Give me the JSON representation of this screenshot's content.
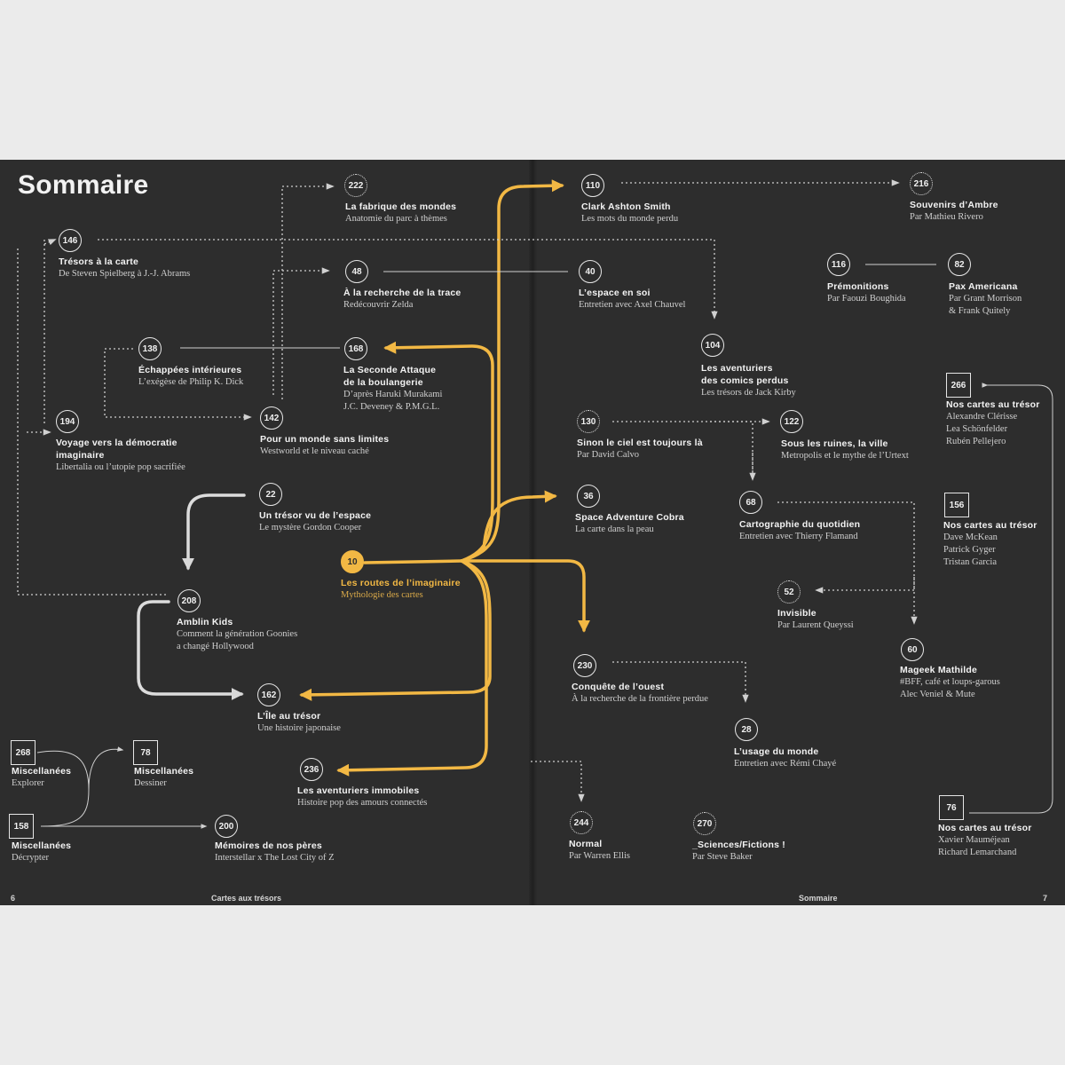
{
  "title": "Sommaire",
  "footer": {
    "page_left": "6",
    "left_label": "Cartes aux trésors",
    "right_label": "Sommaire",
    "page_right": "7"
  },
  "entries": [
    {
      "id": "e222",
      "page": "222",
      "style": "dotted",
      "title": "La fabrique des mondes",
      "subtitle": "Anatomie du parc à thèmes"
    },
    {
      "id": "e146",
      "page": "146",
      "style": "solid",
      "title": "Trésors à la carte",
      "subtitle": "De Steven Spielberg à J.-J. Abrams"
    },
    {
      "id": "e48",
      "page": "48",
      "style": "solid",
      "title": "À la recherche de la trace",
      "subtitle": "Redécouvrir Zelda"
    },
    {
      "id": "e138",
      "page": "138",
      "style": "solid",
      "title": "Échappées intérieures",
      "subtitle": "L’exégèse de Philip K. Dick"
    },
    {
      "id": "e168",
      "page": "168",
      "style": "solid",
      "title": "La Seconde Attaque\nde la boulangerie",
      "subtitle": "D’après Haruki Murakami\nJ.C. Deveney & P.M.G.L."
    },
    {
      "id": "e194",
      "page": "194",
      "style": "solid",
      "title": "Voyage vers la démocratie\nimaginaire",
      "subtitle": "Libertalia ou l’utopie pop sacrifiée"
    },
    {
      "id": "e142",
      "page": "142",
      "style": "solid",
      "title": "Pour un monde sans limites",
      "subtitle": "Westworld et le niveau caché"
    },
    {
      "id": "e22",
      "page": "22",
      "style": "solid",
      "title": "Un trésor vu de l’espace",
      "subtitle": "Le mystère Gordon Cooper"
    },
    {
      "id": "e10",
      "page": "10",
      "style": "gold",
      "title": "Les routes de l’imaginaire",
      "subtitle": "Mythologie des cartes"
    },
    {
      "id": "e208",
      "page": "208",
      "style": "solid",
      "title": "Amblin Kids",
      "subtitle": "Comment la génération Goonies\na changé Hollywood"
    },
    {
      "id": "e162",
      "page": "162",
      "style": "solid",
      "title": "L’Île au trésor",
      "subtitle": "Une histoire japonaise"
    },
    {
      "id": "e268",
      "page": "268",
      "style": "square",
      "title": "Miscellanées",
      "subtitle": "Explorer"
    },
    {
      "id": "e78",
      "page": "78",
      "style": "square",
      "title": "Miscellanées",
      "subtitle": "Dessiner"
    },
    {
      "id": "e236",
      "page": "236",
      "style": "solid",
      "title": "Les aventuriers immobiles",
      "subtitle": "Histoire pop des amours connectés"
    },
    {
      "id": "e158",
      "page": "158",
      "style": "square",
      "title": "Miscellanées",
      "subtitle": "Décrypter"
    },
    {
      "id": "e200",
      "page": "200",
      "style": "solid",
      "title": "Mémoires de nos pères",
      "subtitle": "Interstellar x The Lost City of Z"
    },
    {
      "id": "e110",
      "page": "110",
      "style": "solid",
      "title": "Clark Ashton Smith",
      "subtitle": "Les mots du monde perdu"
    },
    {
      "id": "e216",
      "page": "216",
      "style": "dotted",
      "title": "Souvenirs d’Ambre",
      "subtitle": "Par Mathieu Rivero"
    },
    {
      "id": "e40",
      "page": "40",
      "style": "solid",
      "title": "L’espace en soi",
      "subtitle": "Entretien avec Axel Chauvel"
    },
    {
      "id": "e116",
      "page": "116",
      "style": "solid",
      "title": "Prémonitions",
      "subtitle": "Par Faouzi Boughida"
    },
    {
      "id": "e82",
      "page": "82",
      "style": "solid",
      "title": "Pax Americana",
      "subtitle": "Par Grant Morrison\n& Frank Quitely"
    },
    {
      "id": "e104",
      "page": "104",
      "style": "solid",
      "title": "Les aventuriers\ndes comics perdus",
      "subtitle": "Les trésors de Jack Kirby"
    },
    {
      "id": "e266",
      "page": "266",
      "style": "square",
      "title": "Nos cartes au trésor",
      "subtitle": "Alexandre Clérisse\nLea Schönfelder\nRubén Pellejero"
    },
    {
      "id": "e130",
      "page": "130",
      "style": "dotted",
      "title": "Sinon le ciel est toujours là",
      "subtitle": "Par David Calvo"
    },
    {
      "id": "e122",
      "page": "122",
      "style": "solid",
      "title": "Sous les ruines, la ville",
      "subtitle": "Metropolis et le mythe de l’Urtext"
    },
    {
      "id": "e36",
      "page": "36",
      "style": "solid",
      "title": "Space Adventure Cobra",
      "subtitle": "La carte dans la peau"
    },
    {
      "id": "e68",
      "page": "68",
      "style": "solid",
      "title": "Cartographie du quotidien",
      "subtitle": "Entretien avec Thierry Flamand"
    },
    {
      "id": "e156",
      "page": "156",
      "style": "square",
      "title": "Nos cartes au trésor",
      "subtitle": "Dave McKean\nPatrick Gyger\nTristan Garcia"
    },
    {
      "id": "e52",
      "page": "52",
      "style": "dotted",
      "title": "Invisible",
      "subtitle": "Par Laurent Queyssi"
    },
    {
      "id": "e60",
      "page": "60",
      "style": "solid",
      "title": "Mageek Mathilde",
      "subtitle": "#BFF, café et loups-garous\nAlec Veniel & Mute"
    },
    {
      "id": "e230",
      "page": "230",
      "style": "solid",
      "title": "Conquête de l’ouest",
      "subtitle": "À la recherche de la frontière perdue"
    },
    {
      "id": "e28",
      "page": "28",
      "style": "solid",
      "title": "L’usage du monde",
      "subtitle": "Entretien avec Rémi Chayé"
    },
    {
      "id": "e244",
      "page": "244",
      "style": "dotted",
      "title": "Normal",
      "subtitle": "Par Warren Ellis"
    },
    {
      "id": "e270",
      "page": "270",
      "style": "dotted",
      "title": "_Sciences/Fictions !",
      "subtitle": "Par Steve Baker"
    },
    {
      "id": "e76",
      "page": "76",
      "style": "square",
      "title": "Nos cartes au trésor",
      "subtitle": "Xavier Mauméjean\nRichard Lemarchand"
    }
  ]
}
